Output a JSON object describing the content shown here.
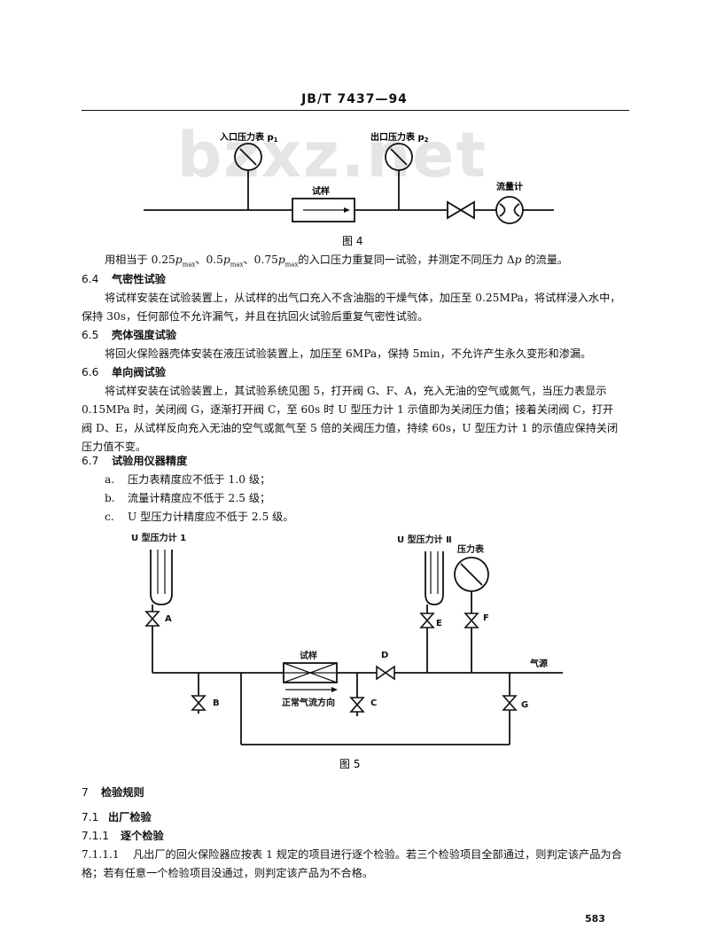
{
  "header": {
    "title": "JB/T 7437—94"
  },
  "watermark": "bzxz.net",
  "figure4": {
    "inlet_gauge": "入口压力表 p",
    "inlet_sub": "1",
    "outlet_gauge": "出口压力表 p",
    "outlet_sub": "2",
    "sample": "试样",
    "flowmeter": "流量计",
    "caption": "图 4"
  },
  "para_flow": "用相当于 0.25p",
  "para_flow_full": "用相当于 0.25pmax、0.5pmax、0.75pmax的入口压力重复同一试验，并测定不同压力 Δp 的流量。",
  "s64": {
    "num": "6.4",
    "title": "气密性试验",
    "text": "将试样安装在试验装置上，从试样的出气口充入不含油脂的干燥气体，加压至 0.25MPa，将试样浸入水中，保持 30s，任何部位不允许漏气，并且在抗回火试验后重复气密性试验。"
  },
  "s65": {
    "num": "6.5",
    "title": "壳体强度试验",
    "text": "将回火保险器壳体安装在液压试验装置上，加压至 6MPa，保持 5min，不允许产生永久变形和渗漏。"
  },
  "s66": {
    "num": "6.6",
    "title": "单向阀试验",
    "text": "将试样安装在试验装置上，其试验系统见图 5，打开阀 G、F、A，充入无油的空气或氮气，当压力表显示 0.15MPa 时，关闭阀 G，逐渐打开阀 C，至 60s 时 U 型压力计 1 示值即为关闭压力值；接着关闭阀 C，打开阀 D、E，从试样反向充入无油的空气或氮气至 5 倍的关阀压力值，持续 60s，U 型压力计 1 的示值应保持关闭压力值不变。"
  },
  "s67": {
    "num": "6.7",
    "title": "试验用仪器精度",
    "items": [
      {
        "label": "a.",
        "text": "压力表精度应不低于 1.0 级；"
      },
      {
        "label": "b.",
        "text": "流量计精度应不低于 2.5 级；"
      },
      {
        "label": "c.",
        "text": "U 型压力计精度应不低于 2.5 级。"
      }
    ]
  },
  "figure5": {
    "u_gauge_1": "U 型压力计 1",
    "u_gauge_2": "U 型压力计 Ⅱ",
    "pressure_gauge": "压力表",
    "sample": "试样",
    "flow_dir": "正常气流方向",
    "gas_source": "气源",
    "valves": [
      "A",
      "B",
      "C",
      "D",
      "E",
      "F",
      "G"
    ],
    "caption": "图 5"
  },
  "s7": {
    "num": "7",
    "title": "检验规则"
  },
  "s71": {
    "num": "7.1",
    "title": "出厂检验"
  },
  "s711": {
    "num": "7.1.1",
    "title": "逐个检验"
  },
  "s7111": {
    "num": "7.1.1.1",
    "text": "凡出厂的回火保险器应按表 1 规定的项目进行逐个检验。若三个检验项目全部通过，则判定该产品为合格；若有任意一个检验项目没通过，则判定该产品为不合格。"
  },
  "page_number": "583"
}
